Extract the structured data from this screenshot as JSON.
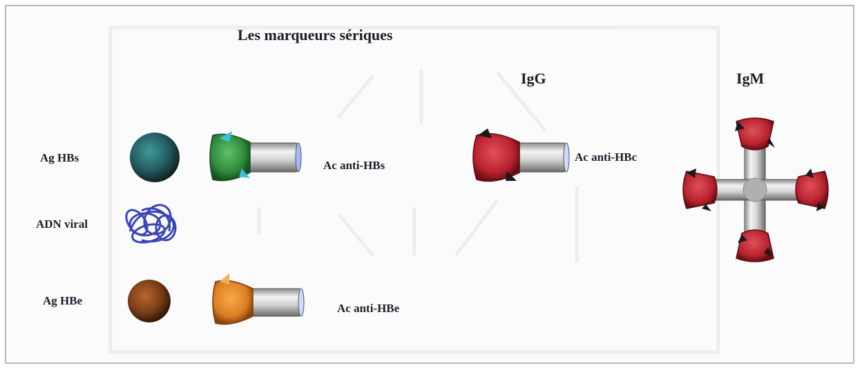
{
  "title": "Les marqueurs sériques",
  "columns": {
    "igg": "IgG",
    "igm": "IgM"
  },
  "antigens": [
    {
      "label": "Ag HBs",
      "icon": "hbs-antigen-sphere",
      "color": "#2c6e70"
    },
    {
      "label": "ADN viral",
      "icon": "viral-dna-coil",
      "color": "#3a45b8"
    },
    {
      "label": "Ag HBe",
      "icon": "hbe-antigen-sphere",
      "color": "#8a4a1c"
    }
  ],
  "antibodies": [
    {
      "label": "Ac anti-HBs",
      "head_color": "#3c9a4c"
    },
    {
      "label": "Ac anti-HBc",
      "head_color": "#c4303e"
    },
    {
      "label": "Ac anti-HBe",
      "head_color": "#e08a2a"
    }
  ]
}
